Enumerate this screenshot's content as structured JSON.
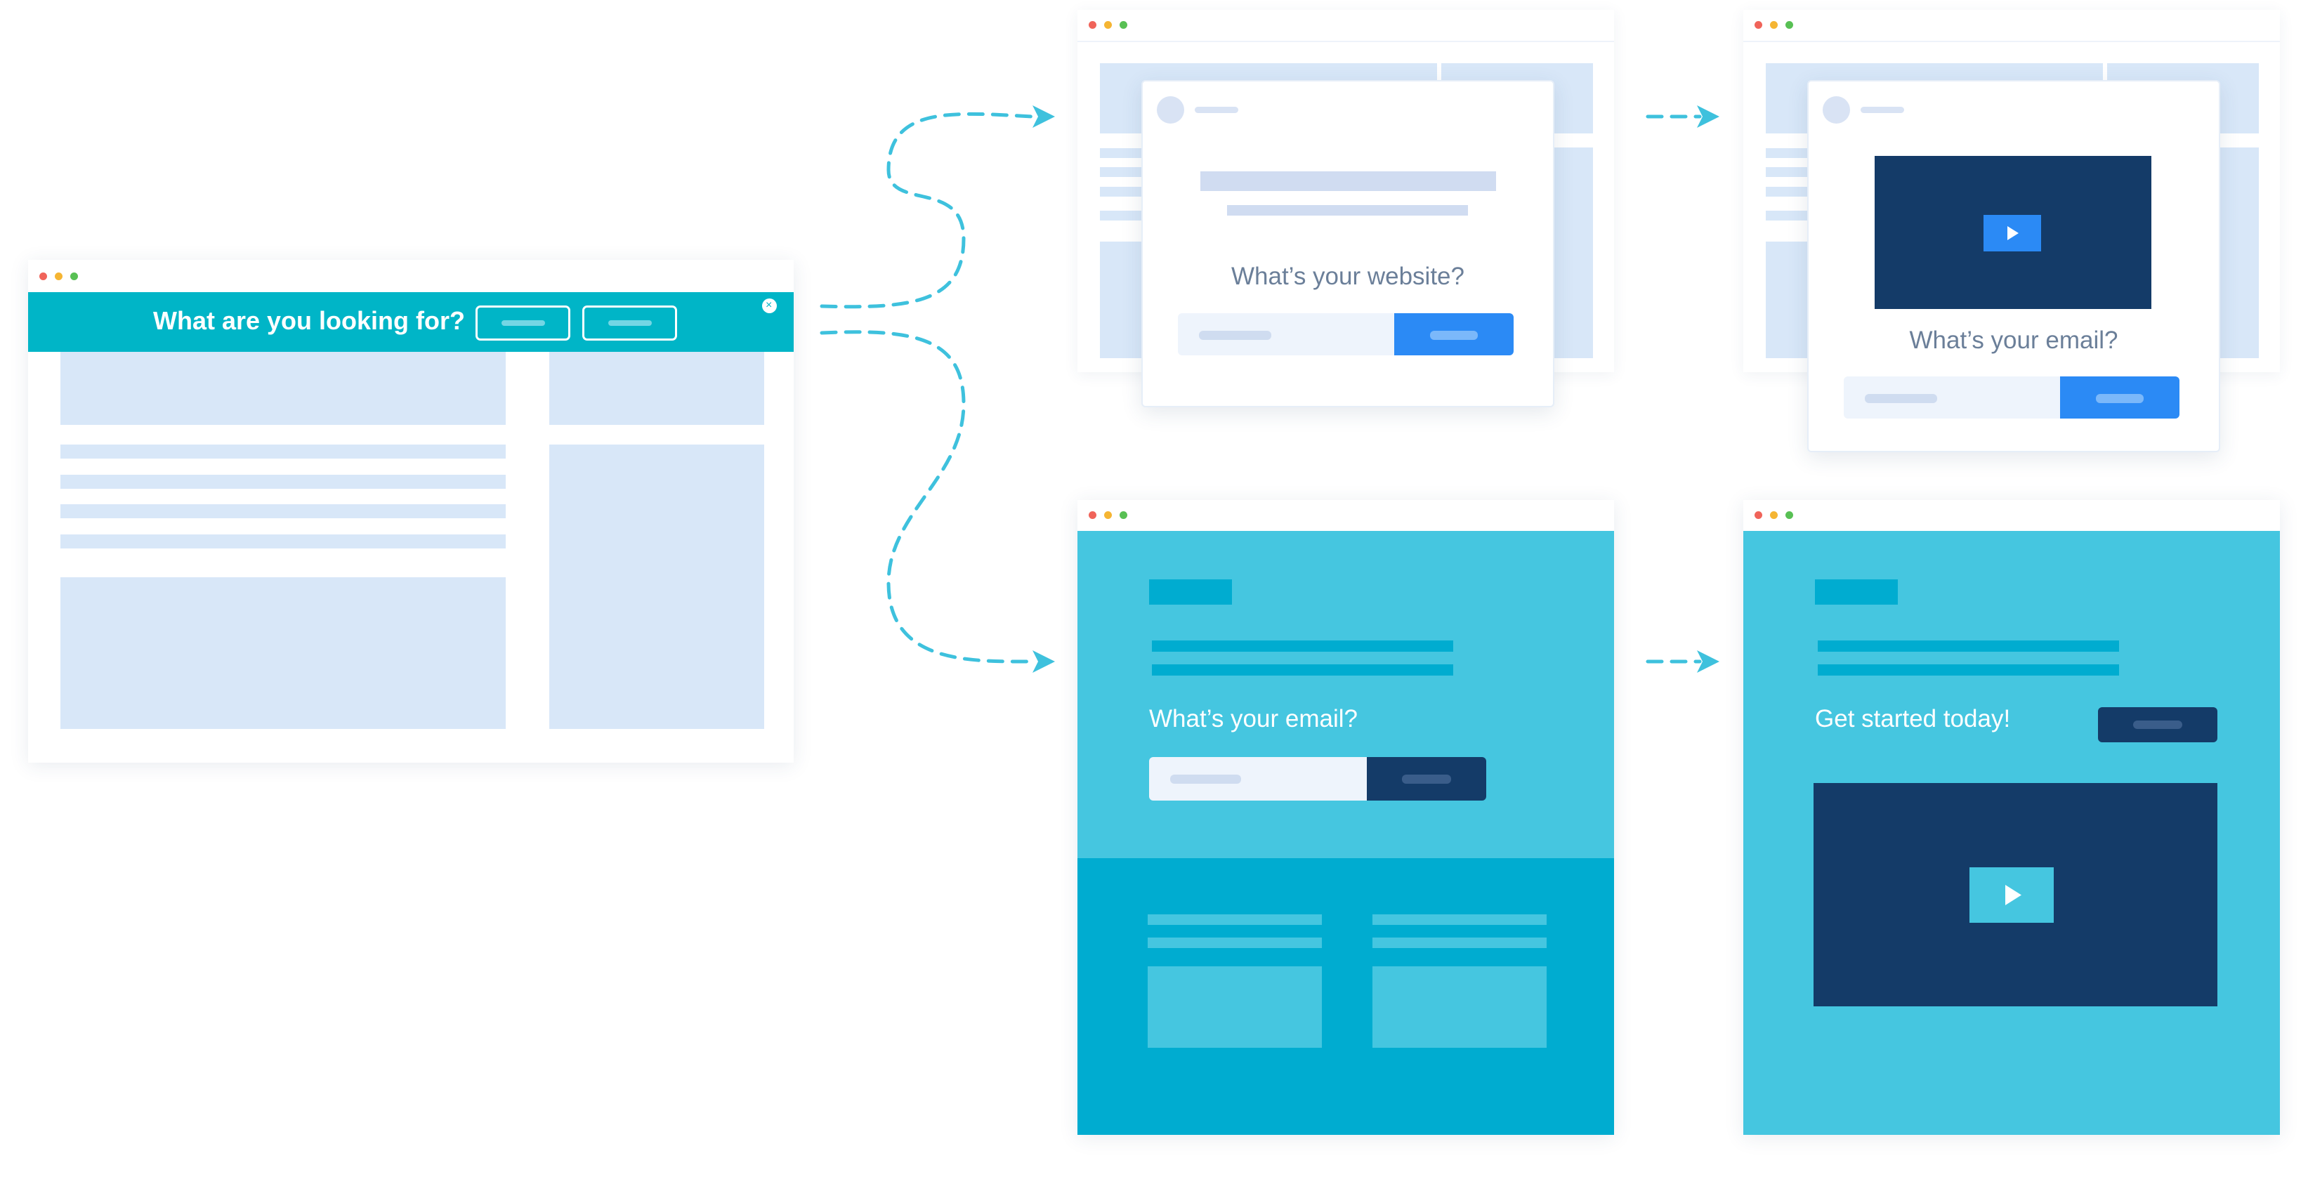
{
  "colors": {
    "accent_teal": "#00b5c7",
    "cyan_light": "#45c6e0",
    "cyan_dark": "#00acd0",
    "navy": "#143b68",
    "blue_button": "#2b8af5",
    "placeholder_block": "#d8e7f8",
    "arrow": "#3ec1dd"
  },
  "source_window": {
    "banner_text": "What are you looking for?",
    "close_icon": "close-icon"
  },
  "website_popup": {
    "question": "What’s your website?"
  },
  "video_popup": {
    "question": "What’s your email?",
    "play_icon": "play-icon"
  },
  "email_landing": {
    "question": "What’s your email?"
  },
  "video_landing": {
    "cta": "Get started today!",
    "play_icon": "play-icon"
  }
}
